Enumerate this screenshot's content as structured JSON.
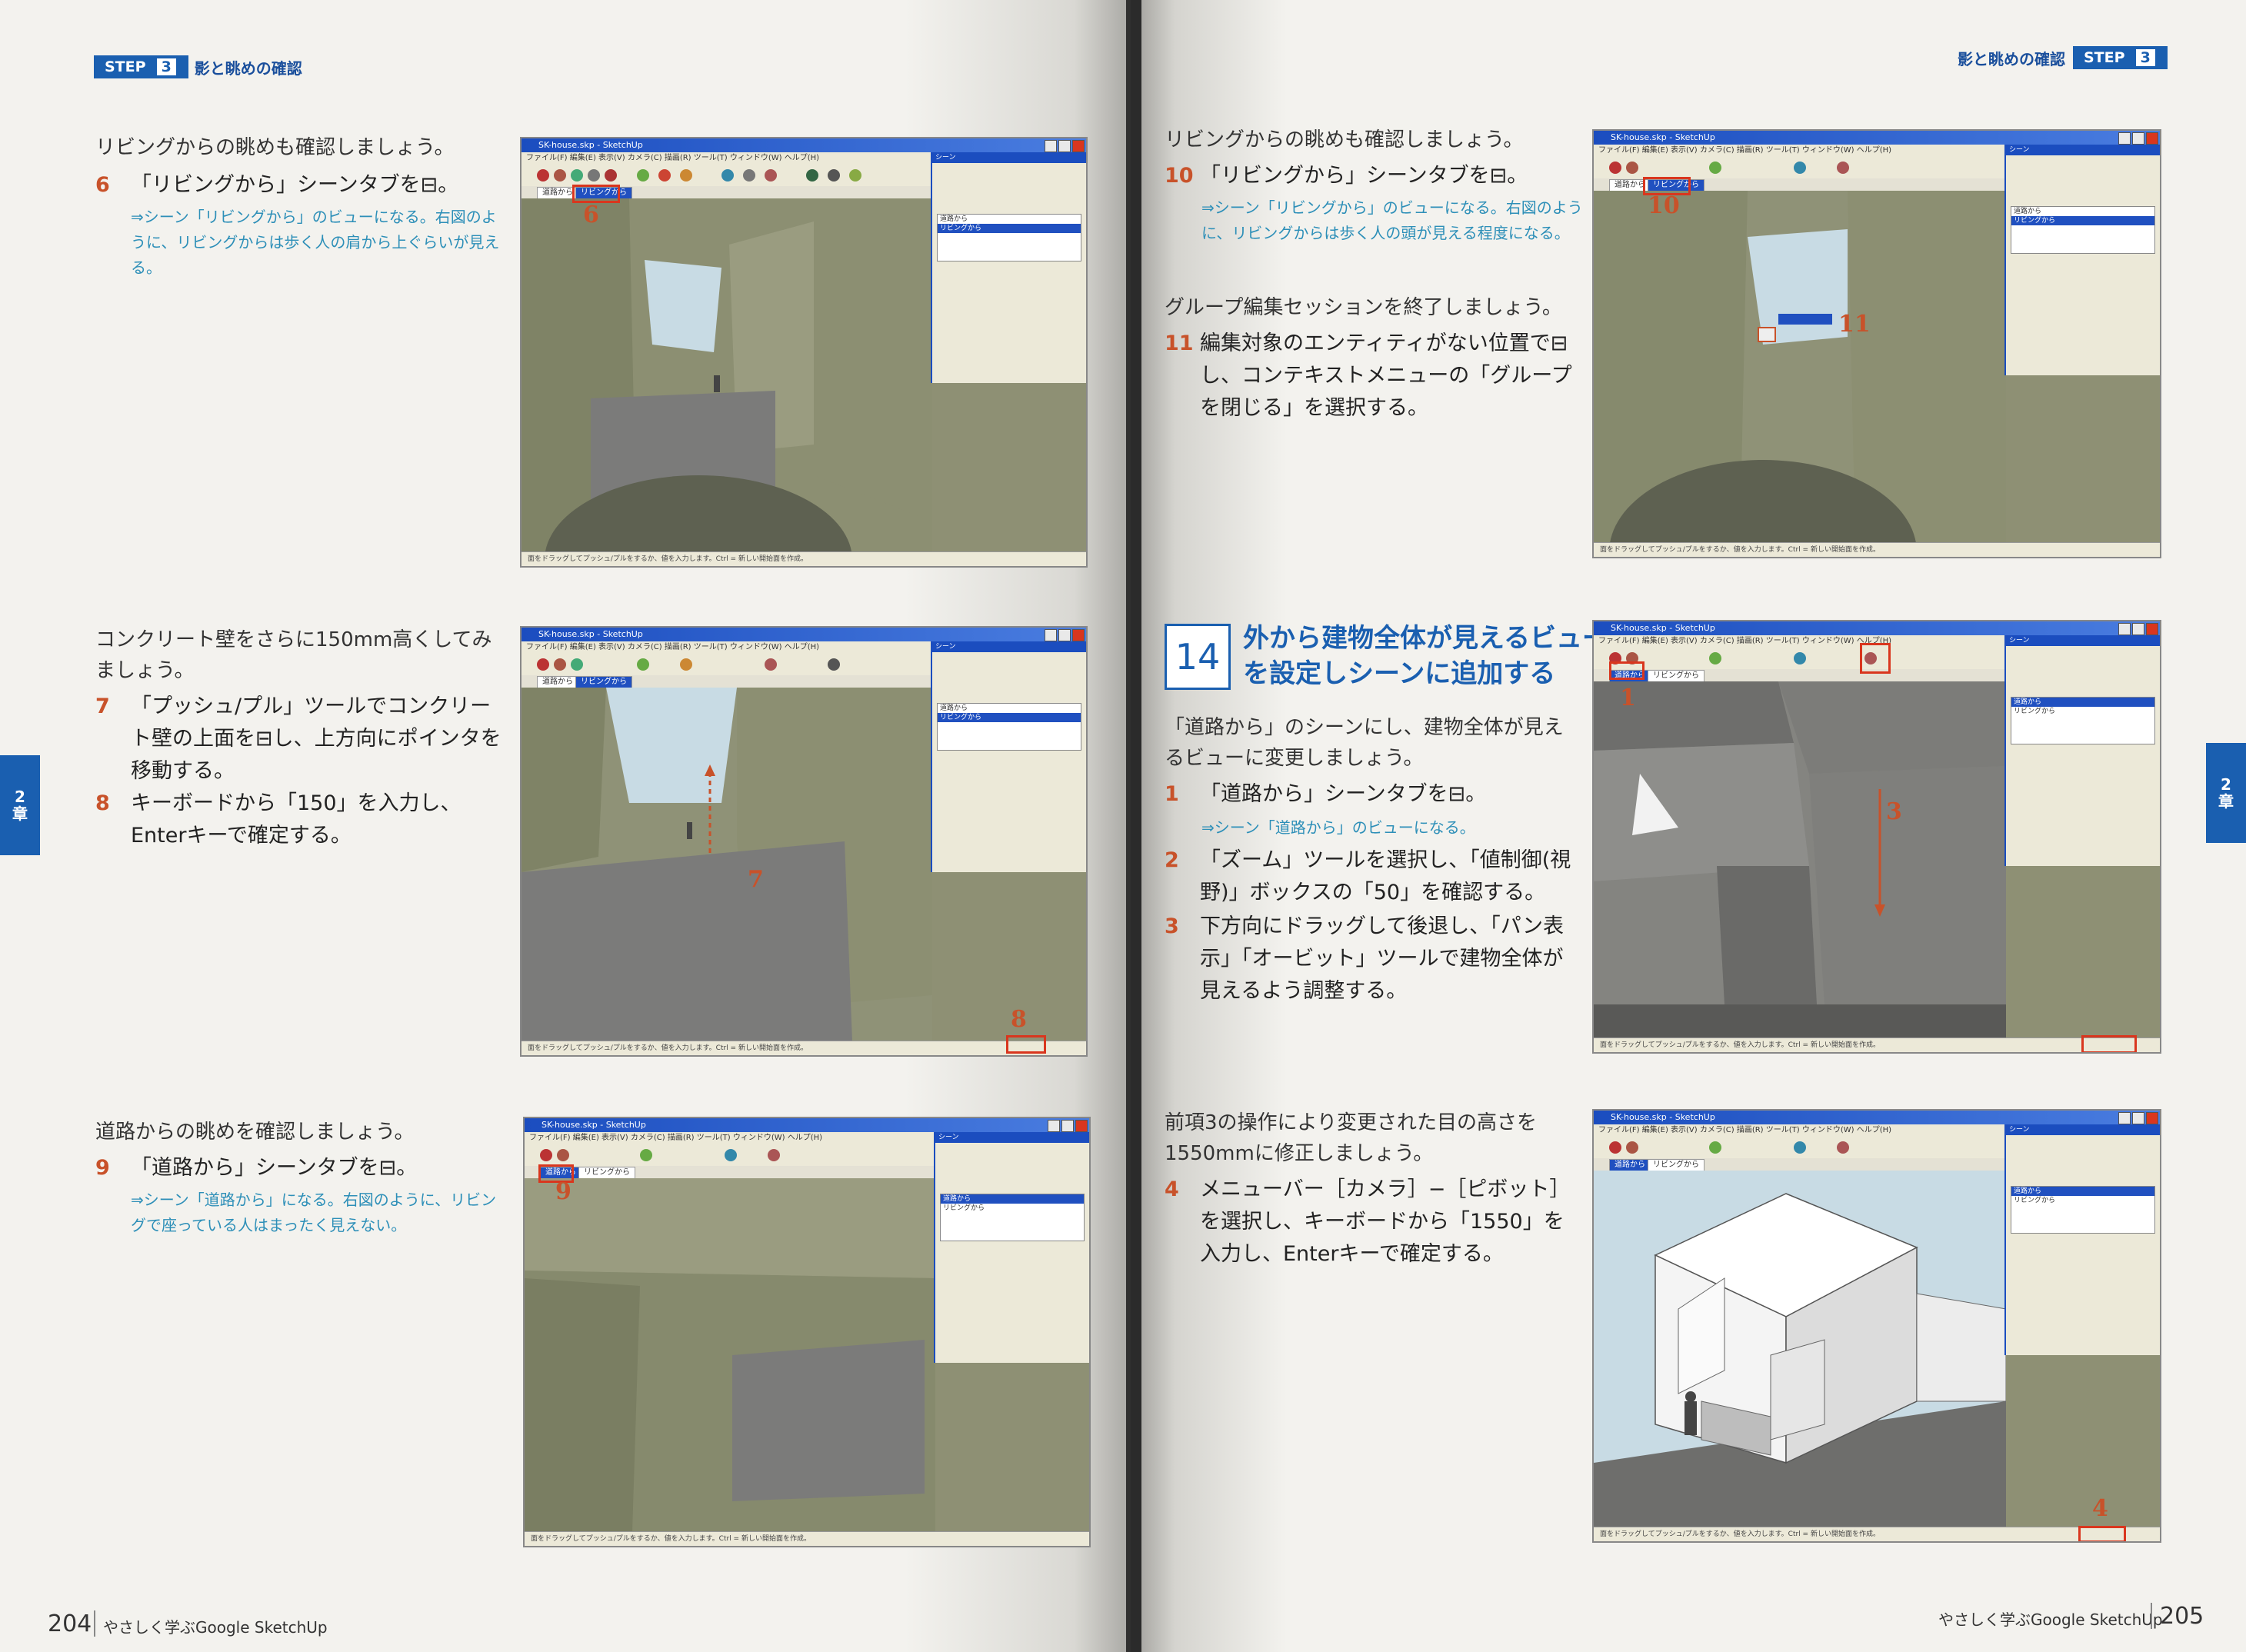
{
  "left_page": {
    "header": {
      "step_label": "STEP",
      "step_number": "3",
      "title": "影と眺めの確認"
    },
    "sections": [
      {
        "intro": "リビングからの眺めも確認しましょう。",
        "steps": [
          {
            "num": "6",
            "text": "「リビングから」シーンタブを⊟。"
          }
        ],
        "note": "⇒シーン「リビングから」のビューになる。右図のように、リビングからは歩く人の肩から上ぐらいが見える。"
      },
      {
        "intro": "コンクリート壁をさらに150mm高くしてみましょう。",
        "steps": [
          {
            "num": "7",
            "text": "「プッシュ/プル」ツールでコンクリート壁の上面を⊟し、上方向にポインタを移動する。"
          },
          {
            "num": "8",
            "text": "キーボードから「150」を入力し、Enterキーで確定する。"
          }
        ]
      },
      {
        "intro": "道路からの眺めを確認しましょう。",
        "steps": [
          {
            "num": "9",
            "text": "「道路から」シーンタブを⊟。"
          }
        ],
        "note": "⇒シーン「道路から」になる。右図のように、リビングで座っている人はまったく見えない。"
      }
    ],
    "chapter_tab": {
      "line1": "2",
      "line2": "章"
    },
    "page_number": "204",
    "book_title": "やさしく学ぶGoogle SketchUp"
  },
  "right_page": {
    "header": {
      "title": "影と眺めの確認",
      "step_label": "STEP",
      "step_number": "3"
    },
    "sections": [
      {
        "intro": "リビングからの眺めも確認しましょう。",
        "steps": [
          {
            "num": "10",
            "text": "「リビングから」シーンタブを⊟。"
          }
        ],
        "note": "⇒シーン「リビングから」のビューになる。右図のように、リビングからは歩く人の頭が見える程度になる。"
      },
      {
        "intro": "グループ編集セッションを終了しましょう。",
        "steps": [
          {
            "num": "11",
            "text": "編集対象のエンティティがない位置で⊟し、コンテキストメニューの「グループを閉じる」を選択する。"
          }
        ]
      }
    ],
    "section14": {
      "number": "14",
      "title_line1": "外から建物全体が見えるビュー",
      "title_line2": "を設定しシーンに追加する",
      "intro": "「道路から」のシーンにし、建物全体が見えるビューに変更しましょう。",
      "steps": [
        {
          "num": "1",
          "text": "「道路から」シーンタブを⊟。"
        },
        {
          "num": "2",
          "text": "「ズーム」ツールを選択し、「値制御(視野)」ボックスの「50」を確認する。"
        },
        {
          "num": "3",
          "text": "下方向にドラッグして後退し、「パン表示」「オービット」ツールで建物全体が見えるよう調整する。"
        }
      ],
      "note": "⇒シーン「道路から」のビューになる。"
    },
    "section15": {
      "intro": "前項3の操作により変更された目の高さを1550mmに修正しましょう。",
      "steps": [
        {
          "num": "4",
          "text": "メニューバー［カメラ］−［ピボット］を選択し、キーボードから「1550」を入力し、Enterキーで確定する。"
        }
      ]
    },
    "chapter_tab": {
      "line1": "2",
      "line2": "章"
    },
    "page_number": "205",
    "book_title": "やさしく学ぶGoogle SketchUp"
  },
  "screenshots": {
    "window_title": "SK-house.skp - SketchUp",
    "menu": "ファイル(F)  編集(E)  表示(V)  カメラ(C)  描画(R)  ツール(T)  ウィンドウ(W)  ヘルプ(H)",
    "panel_title": "シーン",
    "tab_road": "道路から",
    "tab_living": "リビングから",
    "callouts": [
      "6",
      "7",
      "8",
      "9",
      "10",
      "11",
      "1",
      "3",
      "4"
    ],
    "status_text": "面をドラッグしてプッシュ/プルをするか、値を入力します。Ctrl = 新しい開始面を作成。"
  },
  "colors": {
    "accent": "#1a5fb0",
    "step_number": "#c8522a",
    "note": "#2d8fb8",
    "callout_box": "#d9361e"
  }
}
